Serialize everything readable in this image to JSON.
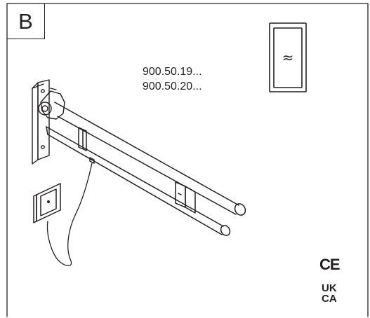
{
  "section_label": "B",
  "product_codes": [
    "900.50.19...",
    "900.50.20..."
  ],
  "sensor_symbol": "≈",
  "certification": {
    "ce": "CE",
    "ukca_line1": "UK",
    "ukca_line2": "CA"
  },
  "icons": [
    "sensor-panel-icon",
    "wall-plate-icon",
    "grab-bar-icon",
    "remote-switch-icon",
    "cable-icon"
  ],
  "colors": {
    "line": "#231f20",
    "background": "#ffffff"
  }
}
